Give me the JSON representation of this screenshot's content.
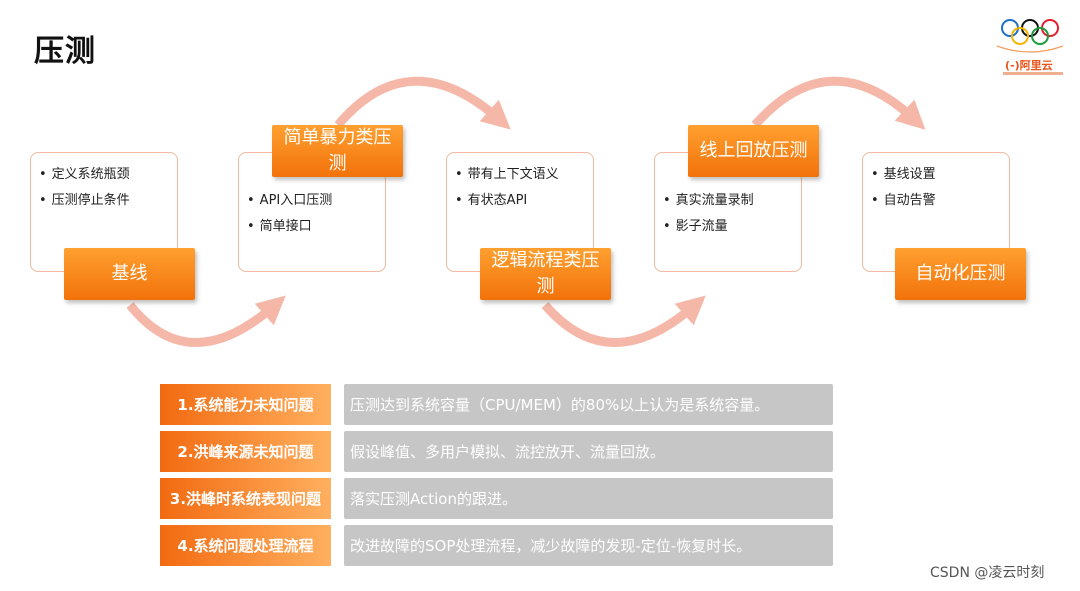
{
  "title": "压测",
  "logo": {
    "brand_text": "(-)阿里云"
  },
  "stages": [
    {
      "label": "基线",
      "items": [
        "定义系统瓶颈",
        "压测停止条件"
      ]
    },
    {
      "label": "简单暴力类压测",
      "items": [
        "API入口压测",
        "简单接口"
      ]
    },
    {
      "label": "逻辑流程类压测",
      "items": [
        "带有上下文语义",
        "有状态API"
      ]
    },
    {
      "label": "线上回放压测",
      "items": [
        "真实流量录制",
        "影子流量"
      ]
    },
    {
      "label": "自动化压测",
      "items": [
        "基线设置",
        "自动告警"
      ]
    }
  ],
  "problems": [
    {
      "q": "1.系统能力未知问题",
      "a": "压测达到系统容量（CPU/MEM）的80%以上认为是系统容量。"
    },
    {
      "q": "2.洪峰来源未知问题",
      "a": "假设峰值、多用户模拟、流控放开、流量回放。"
    },
    {
      "q": "3.洪峰时系统表现问题",
      "a": "落实压测Action的跟进。"
    },
    {
      "q": "4.系统问题处理流程",
      "a": "改进故障的SOP处理流程，减少故障的发现-定位-恢复时长。"
    }
  ],
  "watermark": "CSDN @凌云时刻",
  "colors": {
    "accent": "#f57c14",
    "arrow": "#f5b8a8",
    "answer_bg": "#c6c6c6"
  }
}
